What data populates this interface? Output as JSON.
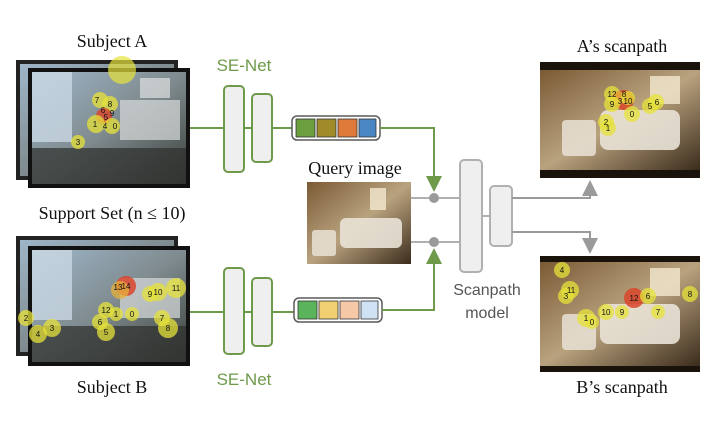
{
  "labels": {
    "subject_a": "Subject A",
    "subject_b": "Subject B",
    "support_set": "Support Set (n ≤ 10)",
    "senet_top": "SE-Net",
    "senet_bottom": "SE-Net",
    "query_image": "Query image",
    "scanpath_model_line1": "Scanpath",
    "scanpath_model_line2": "model",
    "a_scanpath": "A’s scanpath",
    "b_scanpath": "B’s scanpath"
  },
  "embeddings": {
    "top": [
      "#6a9e3f",
      "#a08a2a",
      "#e07a3a",
      "#4a86c4"
    ],
    "bottom": [
      "#5bb35b",
      "#f0d070",
      "#f5c8a8",
      "#cfe2f3"
    ]
  },
  "colors": {
    "green": "#6e9a4a",
    "grey_block": "#efefef",
    "grey_border": "#b0b0b0",
    "fixation_yellow": "#e6e23a",
    "fixation_red": "#d9452b"
  },
  "fixations": {
    "subject_a": [
      "7",
      "8",
      "6",
      "5",
      "9",
      "1",
      "4",
      "0",
      "3"
    ],
    "subject_b": [
      "14",
      "13",
      "10",
      "11",
      "9",
      "12",
      "7",
      "8",
      "6",
      "5",
      "1",
      "0",
      "4",
      "3",
      "2"
    ],
    "a_scanpath": [
      "12",
      "8",
      "3",
      "9",
      "10",
      "5",
      "6",
      "0",
      "2",
      "1"
    ],
    "b_scanpath": [
      "4",
      "11",
      "3",
      "1",
      "0",
      "10",
      "12",
      "6",
      "8",
      "7",
      "9"
    ]
  }
}
